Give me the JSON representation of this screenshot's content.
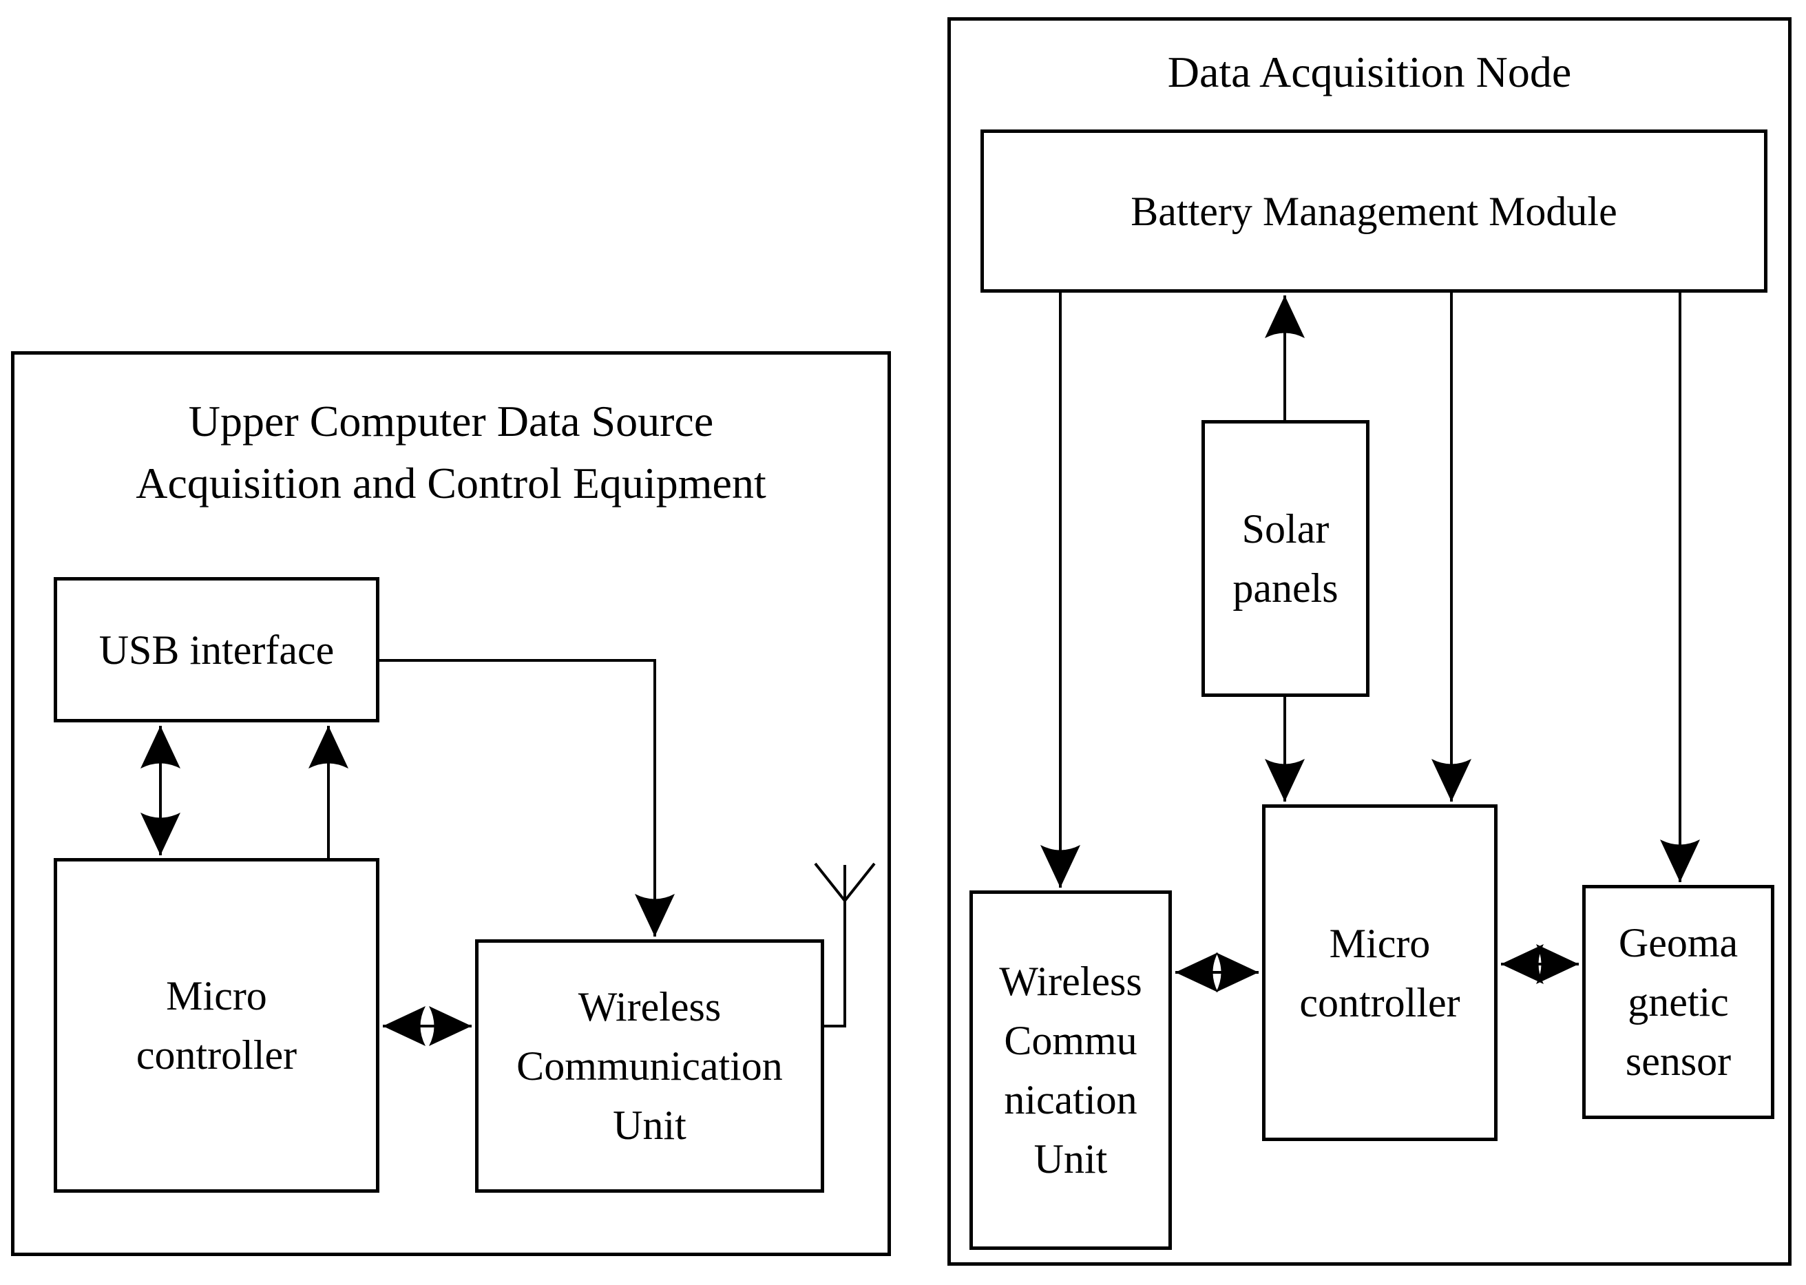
{
  "colors": {
    "ink": "#000000",
    "paper": "#ffffff"
  },
  "left_panel": {
    "title_lines": {
      "line1": "Upper Computer Data Source",
      "line2": "Acquisition and Control Equipment"
    },
    "usb_box": {
      "label": "USB interface"
    },
    "micro_box": {
      "lines": [
        "Micro",
        "controller"
      ]
    },
    "wireless_box": {
      "lines": [
        "Wireless",
        "Communication",
        "Unit"
      ]
    }
  },
  "right_panel": {
    "title": "Data Acquisition Node",
    "battery_box": {
      "label": "Battery Management Module"
    },
    "solar_box": {
      "lines": [
        "Solar",
        "panels"
      ]
    },
    "wireless_box": {
      "lines": [
        "Wireless",
        "Commu",
        "nication",
        "Unit"
      ]
    },
    "micro_box": {
      "lines": [
        "Micro",
        "controller"
      ]
    },
    "geo_box": {
      "lines": [
        "Geoma",
        "gnetic",
        "sensor"
      ]
    }
  }
}
